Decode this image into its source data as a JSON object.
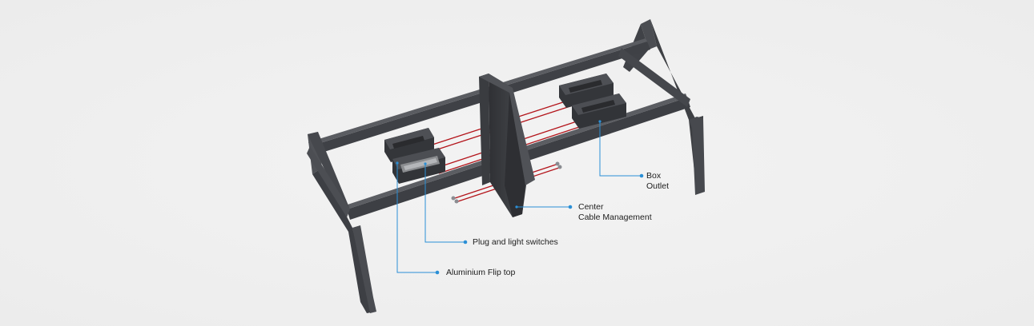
{
  "callouts": {
    "box_outlet": {
      "lines": [
        "Box",
        "Outlet"
      ]
    },
    "center_cable": {
      "lines": [
        "Center",
        "Cable Management"
      ]
    },
    "plug_switches": {
      "lines": [
        "Plug and light switches"
      ]
    },
    "flip_top": {
      "lines": [
        "Aluminium Flip top"
      ]
    }
  },
  "colors": {
    "background": "#efefef",
    "frame": "#44464b",
    "frame_dark": "#35373b",
    "cable": "#b3141a",
    "leader_line": "#2a8fd6"
  }
}
